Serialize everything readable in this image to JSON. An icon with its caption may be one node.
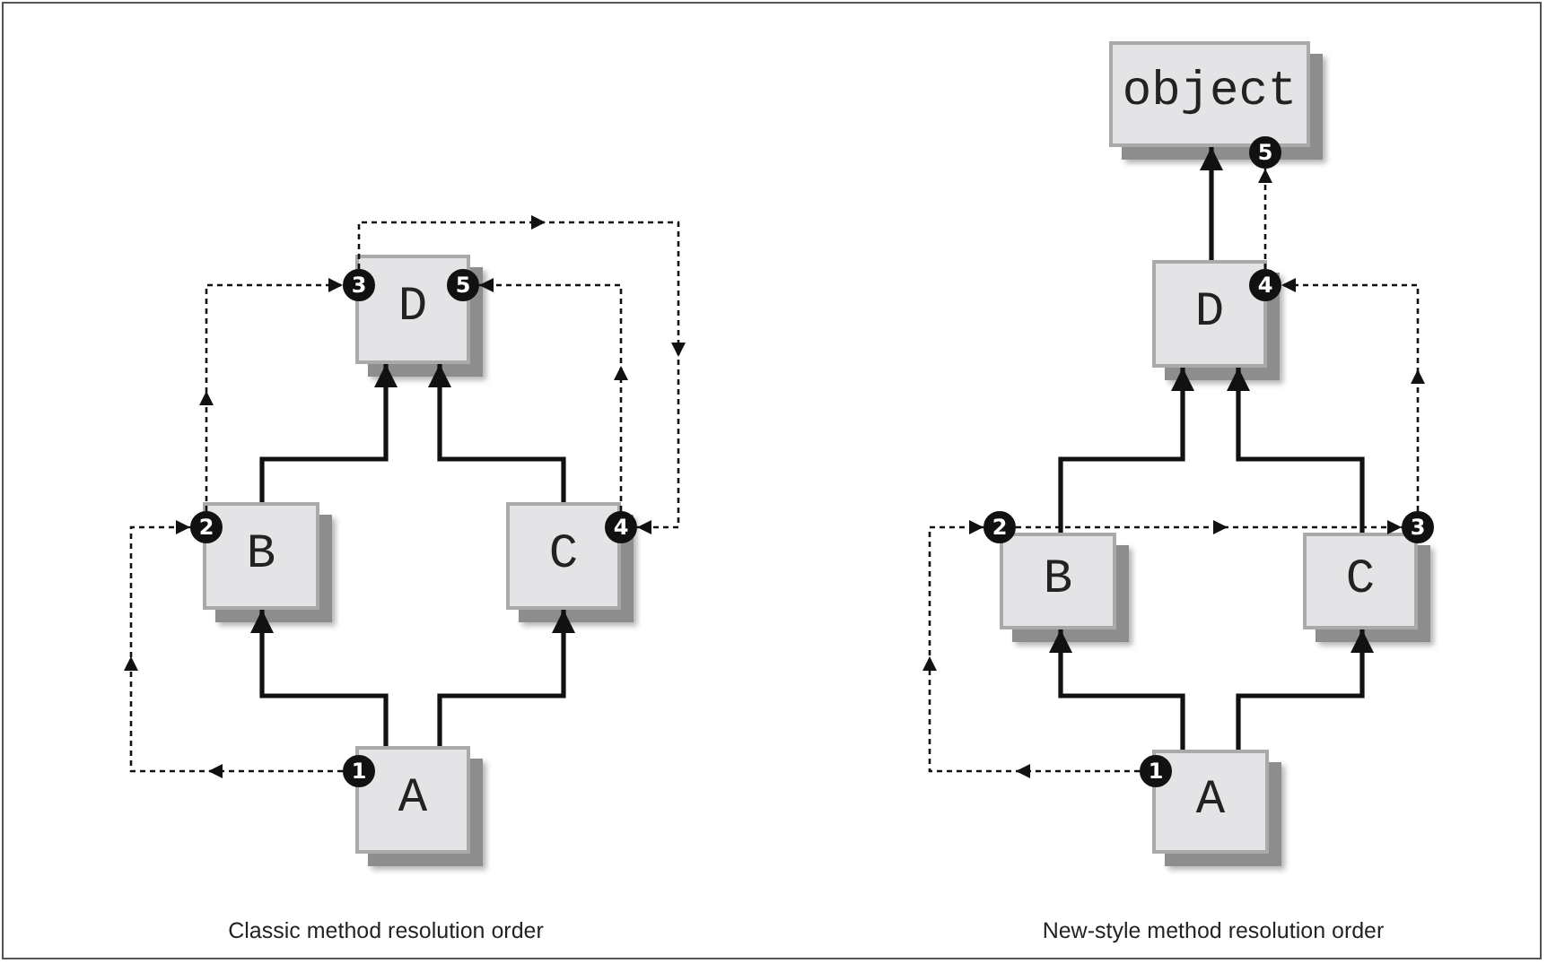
{
  "diagram": {
    "nodes": [
      {
        "text": [
          "D"
        ]
      },
      {
        "text": [
          "B"
        ]
      },
      {
        "text": [
          "C"
        ]
      },
      {
        "text": [
          "A"
        ]
      },
      {
        "text": [
          "1"
        ]
      },
      {
        "text": [
          "2"
        ]
      },
      {
        "text": [
          "3"
        ]
      },
      {
        "text": [
          "4"
        ]
      },
      {
        "text": [
          "5"
        ]
      },
      {
        "text": [
          "object"
        ]
      },
      {
        "text": [
          "D"
        ]
      },
      {
        "text": [
          "B"
        ]
      },
      {
        "text": [
          "C"
        ]
      },
      {
        "text": [
          "A"
        ]
      },
      {
        "text": [
          "1"
        ]
      },
      {
        "text": [
          "2"
        ]
      },
      {
        "text": [
          "3"
        ]
      },
      {
        "text": [
          "4"
        ]
      },
      {
        "text": [
          "5"
        ]
      }
    ],
    "edges": [
      {
        "from": 3,
        "to": 1,
        "arrow": "to"
      },
      {
        "from": 3,
        "to": 2,
        "arrow": "to"
      },
      {
        "from": 1,
        "to": 0,
        "arrow": "to"
      },
      {
        "from": 2,
        "to": 0,
        "arrow": "to"
      },
      {
        "from": 4,
        "to": 5,
        "arrow": "to",
        "style": "dashed"
      },
      {
        "from": 5,
        "to": 6,
        "arrow": "to",
        "style": "dashed"
      },
      {
        "from": 6,
        "to": 7,
        "arrow": "to",
        "style": "dashed"
      },
      {
        "from": 7,
        "to": 8,
        "arrow": "to",
        "style": "dashed"
      },
      {
        "from": 13,
        "to": 11,
        "arrow": "to"
      },
      {
        "from": 13,
        "to": 12,
        "arrow": "to"
      },
      {
        "from": 11,
        "to": 10,
        "arrow": "to"
      },
      {
        "from": 12,
        "to": 10,
        "arrow": "to"
      },
      {
        "from": 10,
        "to": 9,
        "arrow": "to"
      },
      {
        "from": 14,
        "to": 15,
        "arrow": "to",
        "style": "dashed"
      },
      {
        "from": 15,
        "to": 16,
        "arrow": "to",
        "style": "dashed"
      },
      {
        "from": 16,
        "to": 17,
        "arrow": "to",
        "style": "dashed"
      },
      {
        "from": 17,
        "to": 18,
        "arrow": "to",
        "style": "dashed"
      }
    ],
    "labels": [
      "Classic method resolution order",
      "New-style method resolution order"
    ]
  }
}
